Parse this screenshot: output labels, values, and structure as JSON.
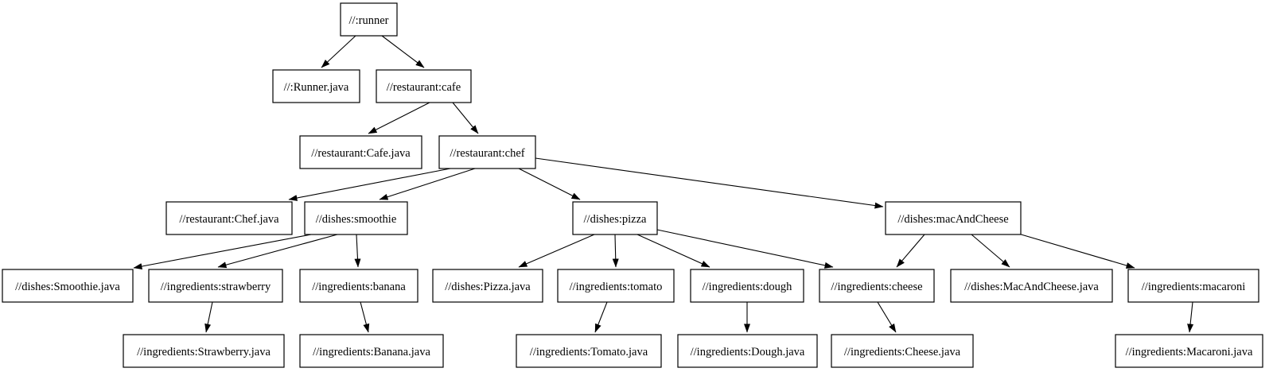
{
  "diagram": {
    "type": "dependency-graph",
    "colors": {
      "background": "#ffffff",
      "node_fill": "#ffffff",
      "node_border": "#000000",
      "edge": "#000000",
      "text": "#000000"
    },
    "nodes": {
      "runner": {
        "label": "//:runner"
      },
      "runner_java": {
        "label": "//:Runner.java"
      },
      "cafe": {
        "label": "//restaurant:cafe"
      },
      "cafe_java": {
        "label": "//restaurant:Cafe.java"
      },
      "chef": {
        "label": "//restaurant:chef"
      },
      "chef_java": {
        "label": "//restaurant:Chef.java"
      },
      "smoothie": {
        "label": "//dishes:smoothie"
      },
      "pizza": {
        "label": "//dishes:pizza"
      },
      "mac_and_cheese": {
        "label": "//dishes:macAndCheese"
      },
      "smoothie_java": {
        "label": "//dishes:Smoothie.java"
      },
      "strawberry": {
        "label": "//ingredients:strawberry"
      },
      "banana": {
        "label": "//ingredients:banana"
      },
      "pizza_java": {
        "label": "//dishes:Pizza.java"
      },
      "tomato": {
        "label": "//ingredients:tomato"
      },
      "dough": {
        "label": "//ingredients:dough"
      },
      "cheese": {
        "label": "//ingredients:cheese"
      },
      "mac_and_cheese_java": {
        "label": "//dishes:MacAndCheese.java"
      },
      "macaroni": {
        "label": "//ingredients:macaroni"
      },
      "strawberry_java": {
        "label": "//ingredients:Strawberry.java"
      },
      "banana_java": {
        "label": "//ingredients:Banana.java"
      },
      "tomato_java": {
        "label": "//ingredients:Tomato.java"
      },
      "dough_java": {
        "label": "//ingredients:Dough.java"
      },
      "cheese_java": {
        "label": "//ingredients:Cheese.java"
      },
      "macaroni_java": {
        "label": "//ingredients:Macaroni.java"
      }
    },
    "edges": [
      {
        "from": "//:runner",
        "to": "//:Runner.java"
      },
      {
        "from": "//:runner",
        "to": "//restaurant:cafe"
      },
      {
        "from": "//restaurant:cafe",
        "to": "//restaurant:Cafe.java"
      },
      {
        "from": "//restaurant:cafe",
        "to": "//restaurant:chef"
      },
      {
        "from": "//restaurant:chef",
        "to": "//restaurant:Chef.java"
      },
      {
        "from": "//restaurant:chef",
        "to": "//dishes:smoothie"
      },
      {
        "from": "//restaurant:chef",
        "to": "//dishes:pizza"
      },
      {
        "from": "//restaurant:chef",
        "to": "//dishes:macAndCheese"
      },
      {
        "from": "//dishes:smoothie",
        "to": "//dishes:Smoothie.java"
      },
      {
        "from": "//dishes:smoothie",
        "to": "//ingredients:strawberry"
      },
      {
        "from": "//dishes:smoothie",
        "to": "//ingredients:banana"
      },
      {
        "from": "//ingredients:strawberry",
        "to": "//ingredients:Strawberry.java"
      },
      {
        "from": "//ingredients:banana",
        "to": "//ingredients:Banana.java"
      },
      {
        "from": "//dishes:pizza",
        "to": "//dishes:Pizza.java"
      },
      {
        "from": "//dishes:pizza",
        "to": "//ingredients:tomato"
      },
      {
        "from": "//dishes:pizza",
        "to": "//ingredients:dough"
      },
      {
        "from": "//dishes:pizza",
        "to": "//ingredients:cheese"
      },
      {
        "from": "//dishes:macAndCheese",
        "to": "//ingredients:cheese"
      },
      {
        "from": "//dishes:macAndCheese",
        "to": "//dishes:MacAndCheese.java"
      },
      {
        "from": "//dishes:macAndCheese",
        "to": "//ingredients:macaroni"
      },
      {
        "from": "//ingredients:tomato",
        "to": "//ingredients:Tomato.java"
      },
      {
        "from": "//ingredients:dough",
        "to": "//ingredients:Dough.java"
      },
      {
        "from": "//ingredients:cheese",
        "to": "//ingredients:Cheese.java"
      },
      {
        "from": "//ingredients:macaroni",
        "to": "//ingredients:Macaroni.java"
      }
    ]
  }
}
